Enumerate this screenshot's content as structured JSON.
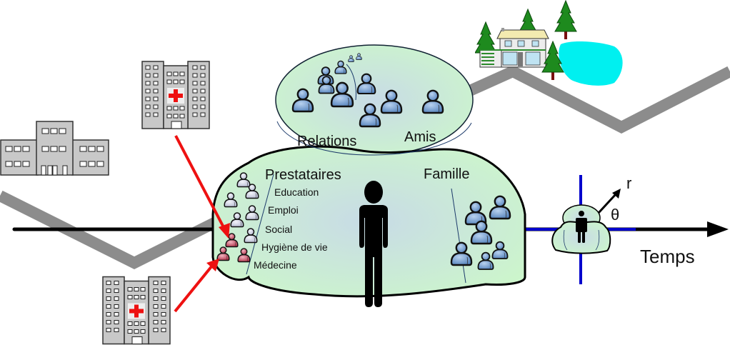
{
  "diagram": {
    "labels": {
      "relations": "Relations",
      "amis": "Amis",
      "prestataires": "Prestataires",
      "famille": "Famille",
      "temps": "Temps",
      "r": "r",
      "theta": "θ"
    },
    "services": [
      "Education",
      "Emploi",
      "Social",
      "Hygiène de vie",
      "Médecine"
    ],
    "icons": {
      "hospital": "hospital-building-icon",
      "school": "school-building-icon",
      "house": "house-icon",
      "tree": "pine-tree-icon",
      "lake": "lake-icon",
      "person": "person-icon",
      "people": "user-group-icon"
    },
    "colors": {
      "bubble_fill": "#ccf5cc",
      "bubble_center": "#c8dbe6",
      "road": "#8c8c8c",
      "arrow_red": "#ee1111",
      "axis_blue": "#0000cc",
      "person_blue": "#6f9bd1",
      "person_grey": "#d5d8e8",
      "person_red": "#c04f64",
      "lake": "#00f0f0",
      "tree": "#1e8a1e",
      "cross": "#ee1111"
    }
  }
}
